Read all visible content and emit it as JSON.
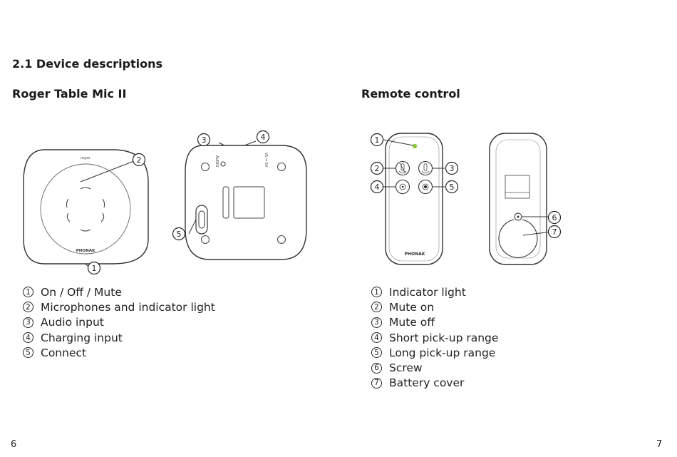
{
  "section_heading": "2.1 Device descriptions",
  "left": {
    "title": "Roger Table Mic II",
    "top_view": {
      "brand_small": "roger",
      "brand_logo": "PHONAK",
      "callouts": [
        "1",
        "2"
      ]
    },
    "bottom_view": {
      "port_label": "AUDIO",
      "voltage_label": "V1 ⎓ 5V",
      "callouts": [
        "3",
        "4",
        "5"
      ]
    },
    "legend": [
      {
        "num": "1",
        "label": "On / Off / Mute"
      },
      {
        "num": "2",
        "label": "Microphones and indicator light"
      },
      {
        "num": "3",
        "label": "Audio input"
      },
      {
        "num": "4",
        "label": "Charging input"
      },
      {
        "num": "5",
        "label": "Connect"
      }
    ],
    "page_number": "6"
  },
  "right": {
    "title": "Remote control",
    "front_view": {
      "brand_logo": "PHONAK",
      "indicator_color": "#8dc63f",
      "callouts": [
        "1",
        "2",
        "3",
        "4",
        "5"
      ]
    },
    "back_view": {
      "callouts": [
        "6",
        "7"
      ]
    },
    "legend": [
      {
        "num": "1",
        "label": "Indicator light"
      },
      {
        "num": "2",
        "label": "Mute on"
      },
      {
        "num": "3",
        "label": "Mute off"
      },
      {
        "num": "4",
        "label": "Short pick-up range"
      },
      {
        "num": "5",
        "label": "Long pick-up range"
      },
      {
        "num": "6",
        "label": "Screw"
      },
      {
        "num": "7",
        "label": "Battery cover"
      }
    ],
    "page_number": "7"
  }
}
